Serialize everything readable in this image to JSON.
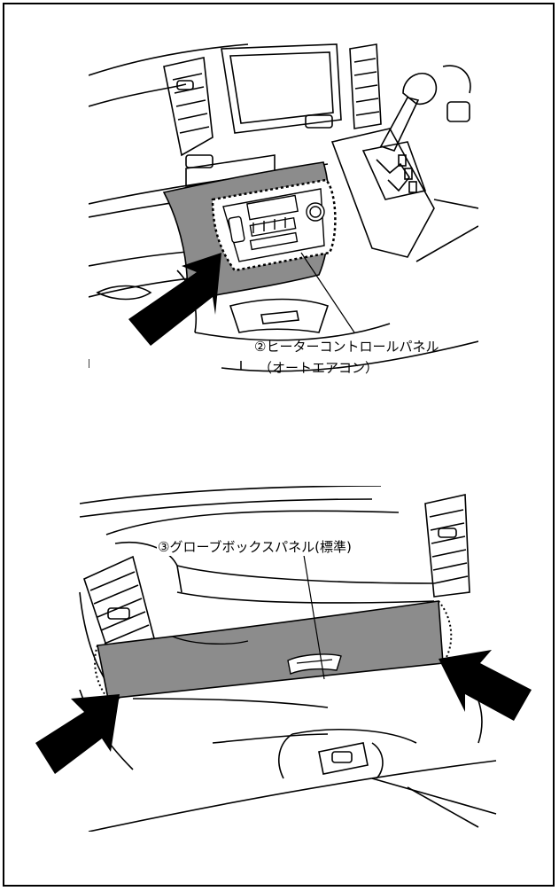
{
  "figure1": {
    "label_line1": "②ヒーターコントロールパネル",
    "label_line2": "（オートエアコン）",
    "panel_fill": "#8c8c8c",
    "arrow_color": "#000000"
  },
  "figure2": {
    "label": "③グローブボックスパネル(標準)",
    "panel_fill": "#8c8c8c",
    "arrow_color": "#000000"
  }
}
